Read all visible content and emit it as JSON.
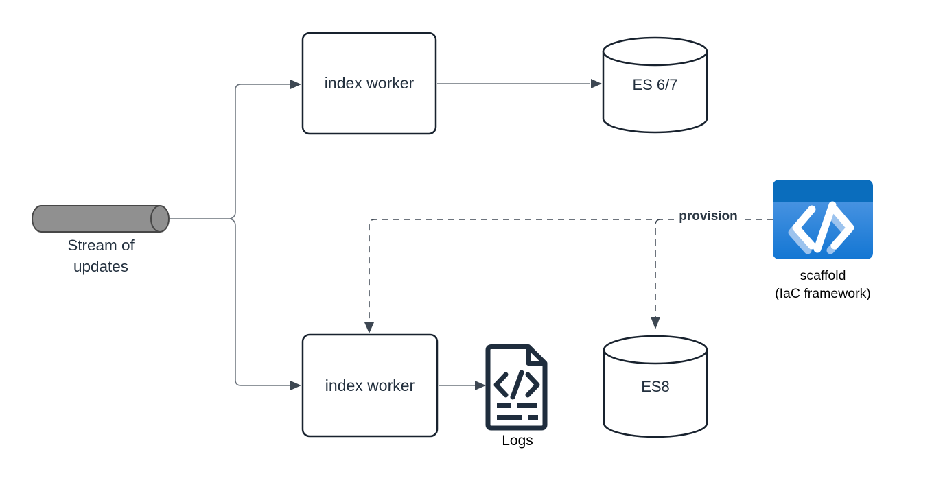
{
  "diagram": {
    "title_hint": "indexing pipeline with IaC provisioning",
    "nodes": {
      "stream": {
        "line1": "Stream of",
        "line2": "updates"
      },
      "index_worker_top": {
        "label": "index worker"
      },
      "index_worker_bottom": {
        "label": "index worker"
      },
      "es67": {
        "label": "ES 6/7"
      },
      "es8": {
        "label": "ES8"
      },
      "logs": {
        "label": "Logs"
      },
      "scaffold": {
        "line1": "scaffold",
        "line2": "(IaC framework)"
      }
    },
    "edges": {
      "provision": {
        "label": "provision"
      }
    },
    "colors": {
      "node_border": "#18222e",
      "node_text": "#23303e",
      "connector_line": "#6b737c",
      "arrowhead": "#3d4752",
      "dashed_line": "#3d4752",
      "pipe_fill": "#909090",
      "pipe_stroke": "#474747",
      "scaffold_header": "#0a6dbd",
      "scaffold_body_top": "#5a9de6",
      "scaffold_body_bottom": "#1376d3",
      "scaffold_glyph_echo": "#9cc3ee",
      "scaffold_glyph": "#ffffff",
      "logs_icon": "#1f2d3d",
      "label_black": "#000000"
    }
  }
}
